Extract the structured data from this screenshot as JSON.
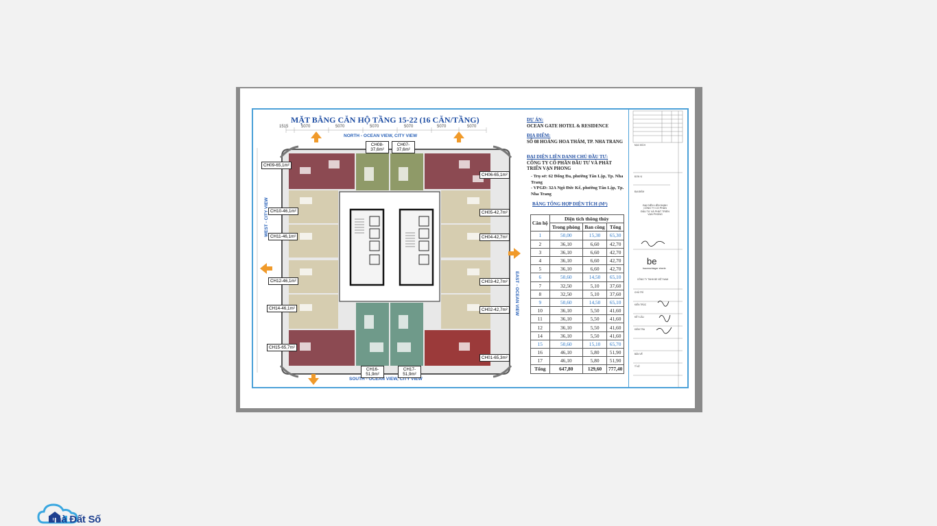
{
  "drawing": {
    "title": "MẶT BẰNG CĂN HỘ TẦNG 15-22 (16 CĂN/TẦNG)",
    "dimensions": [
      "1515",
      "5070",
      "5070",
      "5070",
      "5070",
      "5070",
      "5070"
    ],
    "views": {
      "north": "NORTH  -  OCEAN VIEW, CITY VIEW",
      "south": "SOUTH  -  OCEAN VIEW, CITY VIEW",
      "west": "WEST  -  CITY VIEW",
      "east": "EAST  -  OCEAN VIEW"
    },
    "units": [
      {
        "id": "ch09",
        "label": "CH09-65,1m²"
      },
      {
        "id": "ch08",
        "label": "CH08-37,6m²"
      },
      {
        "id": "ch07",
        "label": "CH07-37,6m²"
      },
      {
        "id": "ch06",
        "label": "CH06-65,1m²"
      },
      {
        "id": "ch10",
        "label": "CH10-46,1m²"
      },
      {
        "id": "ch05",
        "label": "CH05-42,7m²"
      },
      {
        "id": "ch11",
        "label": "CH11-46,1m²"
      },
      {
        "id": "ch04",
        "label": "CH04-42,7m²"
      },
      {
        "id": "ch12",
        "label": "CH12-46,1m²"
      },
      {
        "id": "ch03",
        "label": "CH03-42,7m²"
      },
      {
        "id": "ch14",
        "label": "CH14-46,1m²"
      },
      {
        "id": "ch02",
        "label": "CH02-42,7m²"
      },
      {
        "id": "ch15",
        "label": "CH15-65,7m²"
      },
      {
        "id": "ch01",
        "label": "CH01-65,3m²"
      },
      {
        "id": "ch16",
        "label": "CH16-51,9m²"
      },
      {
        "id": "ch17",
        "label": "CH17-51,9m²"
      }
    ]
  },
  "project": {
    "project_heading": "DỰ ÁN:",
    "project_name": "OCEAN GATE HOTEL & RESIDENCE",
    "location_heading": "ĐỊA ĐIỂM:",
    "location": "SỐ 08 HOÀNG HOA THÁM, TP. NHA TRANG",
    "investor_heading": "ĐẠI DIỆN LIÊN DANH CHỦ ĐẦU TƯ:",
    "investor": "CÔNG TY CỔ PHẦN ĐẦU TƯ VÀ PHÁT TRIỂN VẠN PHONG",
    "addresses": [
      "-  Trụ sở: 62 Đống Đa, phường Tân Lập, Tp. Nha Trang",
      "-  VPGD: 32A Ngô Đức Kế, phường Tân Lập, Tp. Nha Trang"
    ],
    "table_title": "BẢNG TỔNG HỢP DIỆN TÍCH (M²)"
  },
  "area_table": {
    "headers": {
      "unit": "Căn hộ",
      "group": "Diện tích thông thủy",
      "room": "Trong phòng",
      "balcony": "Ban công",
      "total": "Tổng"
    },
    "rows": [
      [
        "1",
        "50,00",
        "15,30",
        "65,30"
      ],
      [
        "2",
        "36,10",
        "6,60",
        "42,70"
      ],
      [
        "3",
        "36,10",
        "6,60",
        "42,70"
      ],
      [
        "4",
        "36,10",
        "6,60",
        "42,70"
      ],
      [
        "5",
        "36,10",
        "6,60",
        "42,70"
      ],
      [
        "6",
        "50,60",
        "14,50",
        "65,10"
      ],
      [
        "7",
        "32,50",
        "5,10",
        "37,60"
      ],
      [
        "8",
        "32,50",
        "5,10",
        "37,60"
      ],
      [
        "9",
        "50,60",
        "14,50",
        "65,10"
      ],
      [
        "10",
        "36,10",
        "5,50",
        "41,60"
      ],
      [
        "11",
        "36,10",
        "5,50",
        "41,60"
      ],
      [
        "12",
        "36,10",
        "5,50",
        "41,60"
      ],
      [
        "14",
        "36,10",
        "5,50",
        "41,60"
      ],
      [
        "15",
        "50,60",
        "15,10",
        "65,70"
      ],
      [
        "16",
        "46,10",
        "5,80",
        "51,90"
      ],
      [
        "17",
        "46,10",
        "5,80",
        "51,90"
      ]
    ],
    "highlight_rows": [
      "1",
      "6",
      "9",
      "15"
    ],
    "total_row": [
      "Tổng",
      "647,80",
      "129,60",
      "777,40"
    ]
  },
  "title_block": {
    "company_lines": [
      "ĐẠI DIỆN LIÊN DANH",
      "CÔNG TY CỔ PHẦN",
      "ĐẦU TƯ VÀ PHÁT TRIỂN",
      "VẠN PHONG"
    ],
    "brand_mark": "be",
    "brand_name": "baumschlager eberle",
    "brand_company": "CÔNG TY TNHH BE VIỆT NAM"
  },
  "watermark": {
    "text": "Nhà Đất Số"
  },
  "colors": {
    "frame_blue": "#4aa0d8",
    "title_blue": "#1f4ea3",
    "highlight_blue": "#2a75c4",
    "unit_maroon": "#8c4a52",
    "unit_olive": "#8f9a68",
    "unit_beige": "#d6cdb0",
    "unit_teal": "#6f9a8a",
    "unit_red": "#9b3a3a",
    "arrow_orange": "#f09a2a",
    "logo_blue": "#1d3f8f",
    "logo_cyan": "#3aa7e0"
  }
}
